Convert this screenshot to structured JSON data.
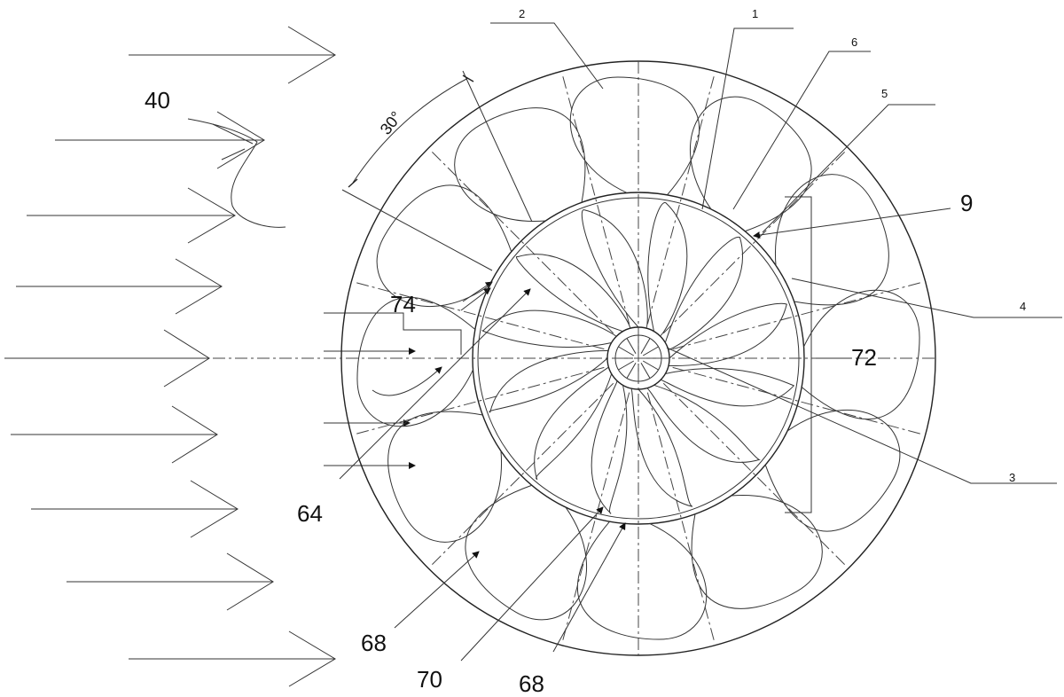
{
  "figure": {
    "angle_label": "30°",
    "labels": {
      "l1": "1",
      "l2": "2",
      "l3": "3",
      "l4": "4",
      "l5": "5",
      "l6": "6",
      "l9": "9",
      "l40": "40",
      "l64": "64",
      "l68a": "68",
      "l68b": "68",
      "l70": "70",
      "l72": "72",
      "l74": "74"
    }
  }
}
